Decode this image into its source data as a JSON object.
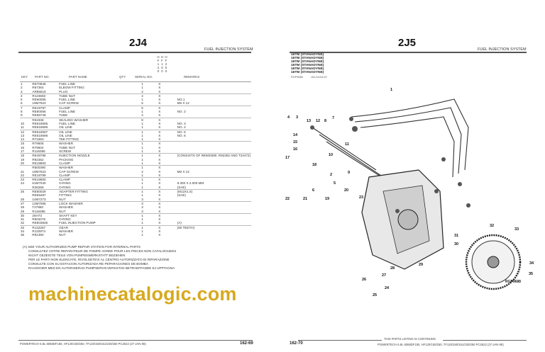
{
  "left_page": {
    "plate": "2J4",
    "section": "FUEL INJECTION SYSTEM",
    "columns": {
      "key": "KEY",
      "part_no": "PART NO.",
      "part_name": "PART NAME",
      "qty": "QTY",
      "serial": "SERIAL NO.",
      "models": [
        "HF120",
        "HF150",
        "HF250"
      ],
      "remarks": "REMARKS"
    },
    "rows": [
      [
        "1",
        "RE70848",
        "FUEL LINE",
        "1",
        "X",
        ""
      ],
      [
        "2",
        "R67364",
        "ELBOW FITTING",
        "1",
        "X",
        ""
      ],
      [
        "3",
        "AR85519",
        "PLUG",
        "2",
        "X",
        ""
      ],
      [
        "4",
        "R123593",
        "TUBE NUT",
        "4",
        "X",
        ""
      ],
      [
        "5",
        "RE60055",
        "FUEL LINE",
        "1",
        "X",
        "NO.1"
      ],
      [
        "6",
        "19M7923",
        "CAP SCREW",
        "5",
        "X",
        "M6 X 12"
      ],
      [
        "7",
        "RE19797",
        "CLAMP",
        "5",
        "X",
        ""
      ],
      [
        "8",
        "RE60056",
        "FUEL LINE",
        "1",
        "X",
        "NO. 2"
      ],
      [
        "9",
        "RE68748",
        "TUBE",
        "4",
        "X",
        ""
      ],
      [
        "",
        "R51936",
        "SEALING WASHER",
        "8",
        "X",
        ""
      ],
      [
        "10",
        "RE518595",
        "FUEL LINE",
        "1",
        "X",
        "NO. 3"
      ],
      [
        "11",
        "RE518596",
        "OIL LINE",
        "1",
        "X",
        "NO. 4"
      ],
      [
        "12",
        "RE518597",
        "OIL LINE",
        "1",
        "X",
        "NO. 5"
      ],
      [
        "13",
        "RE518598",
        "OIL LINE",
        "1",
        "X",
        "NO. 6"
      ],
      [
        "14",
        "R71963",
        "TEE FITTING",
        "1",
        "X",
        ""
      ],
      [
        "15",
        "R79605",
        "WASHER",
        "1",
        "X",
        ""
      ],
      [
        "16",
        "R79604",
        "TUBE NUT",
        "1",
        "X",
        ""
      ],
      [
        "17",
        "R116366",
        "SCREW",
        "1",
        "X",
        ""
      ],
      [
        "18",
        "RE48786",
        "INJECTION NOZZLE",
        "1",
        "X",
        "(CONSISTS OF RE500390, R92352 AND T24472)"
      ],
      [
        "19",
        "R92352",
        "PACKING",
        "1",
        "X",
        ""
      ],
      [
        "20",
        "RE19800",
        "CLAMP",
        "1",
        "X",
        ""
      ],
      [
        "",
        "R500390",
        "WASHER",
        "1",
        "X",
        ""
      ],
      [
        "21",
        "19M7923",
        "CAP SCREW",
        "2",
        "X",
        "M6 X 12"
      ],
      [
        "22",
        "RE19799",
        "CLAMP",
        "1",
        "X",
        ""
      ],
      [
        "23",
        "RE19800",
        "CLAMP",
        "1",
        "X",
        ""
      ],
      [
        "24",
        "51M7040",
        "O-RING",
        "1",
        "X",
        "9.300 X 2.000 MM"
      ],
      [
        "",
        "R26266",
        "O-RING",
        "1",
        "X",
        "(SAE)"
      ],
      [
        "25",
        "RE60029",
        "ADAPTER FITTING",
        "1",
        "X",
        "(M12X1.5)"
      ],
      [
        "",
        "RE59487",
        "FITTING",
        "1",
        "X",
        "(SAE)"
      ],
      [
        "26",
        "14M7273",
        "NUT",
        "3",
        "X",
        ""
      ],
      [
        "27",
        "12M7065",
        "LOCK WASHER",
        "3",
        "X",
        ""
      ],
      [
        "28",
        "T27860",
        "WASHER",
        "3",
        "X",
        ""
      ],
      [
        "29",
        "R116386",
        "NUT",
        "3",
        "X",
        ""
      ],
      [
        "30",
        "26H73",
        "SHAFT KEY",
        "1",
        "X",
        ""
      ],
      [
        "31",
        "R502076",
        "O-RING",
        "1",
        "X",
        ""
      ],
      [
        "32",
        "RE503836",
        "FUEL INJECTION PUMP",
        "1",
        "X",
        "(A)"
      ],
      [
        "33",
        "R132267",
        "GEAR",
        "1",
        "X",
        "(60 TEETH)"
      ],
      [
        "34",
        "R132874",
        "WASHER",
        "1",
        "X",
        ""
      ],
      [
        "35",
        "R91360",
        "NUT",
        "1",
        "X",
        ""
      ]
    ],
    "notes": [
      "(A) SEE YOUR AUTHORIZED PUMP REPAIR STATION FOR INTERNAL PARTS",
      "CONSULTEZ VOTRE REPARATEUR DE POMPE AGREE POUR LES PIECES NON CATALOGUEES",
      "NICHT GEZEIGTE TEILE VON PUMPENWERKSTATT BEZIEHEN",
      "PER LE PARTI NON ELENCATE, RIVOLGETEVI AL CENTRO AUTORIZZATO DI RIPARAZIONE",
      "CONSULTE CON SU ESTACION AUTORIZADA RE PEPARACIONES DE BOMBA",
      "RAADGOER MED EN AUTORISERAD PUMPSERVICVERKSTAD BETRAEFFANDE EJ UPPTAGNA"
    ],
    "footer": "POWERTECH 6.8L 6068DF150, HF120/150/250, TF120/150/151/220/250   PC2522     (27-JAN-06)",
    "page_number": "162-69"
  },
  "right_page": {
    "plate": "2J5",
    "section": "FUEL INJECTION SYSTEM",
    "applicability": [
      "16TM (STANADYNE)",
      "16TM (STANADYNE)",
      "16TM (STANADYNE)",
      "16TM (STANADYNE)",
      "16TM (STANADYNE)",
      "16TM (STANADYNE)"
    ],
    "figure_ref": "RGP9688          -UN-24JUL03",
    "figure_label": "RGP9688",
    "callouts": [
      "4",
      "3",
      "13",
      "12",
      "8",
      "7",
      "1",
      "14",
      "15",
      "16",
      "17",
      "11",
      "18",
      "10",
      "2",
      "9",
      "5",
      "6",
      "19",
      "20",
      "21",
      "22",
      "23",
      "24",
      "25",
      "26",
      "27",
      "28",
      "29",
      "30",
      "31",
      "32",
      "33",
      "34",
      "35"
    ],
    "continued": "THIS PARTS LISTING IS CONTINUED",
    "footer": "POWERTECH 6.8L 6068DF150, HF120/150/250, TF120/150/151/220/250   PC2522     (27-JAN-06)",
    "page_number": "162-70"
  },
  "watermark": "machinecatalogic.com"
}
